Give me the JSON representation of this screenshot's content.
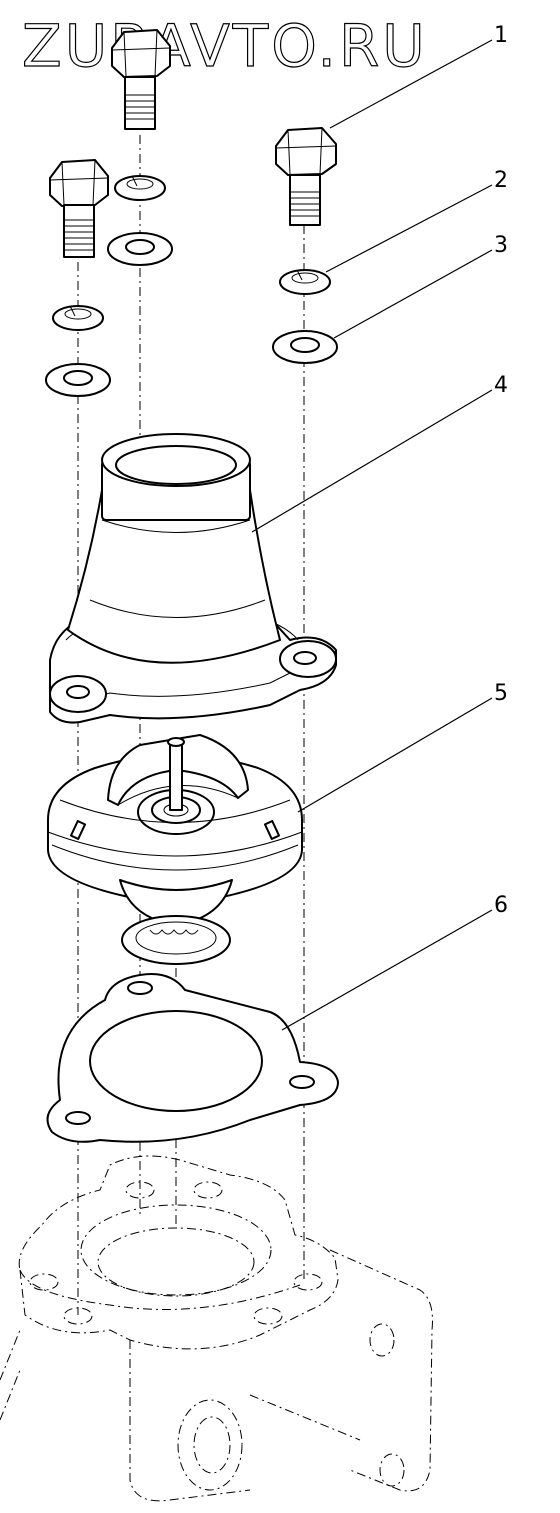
{
  "watermark": "ZURAVTO.RU",
  "callouts": [
    "1",
    "2",
    "3",
    "4",
    "5",
    "6"
  ]
}
